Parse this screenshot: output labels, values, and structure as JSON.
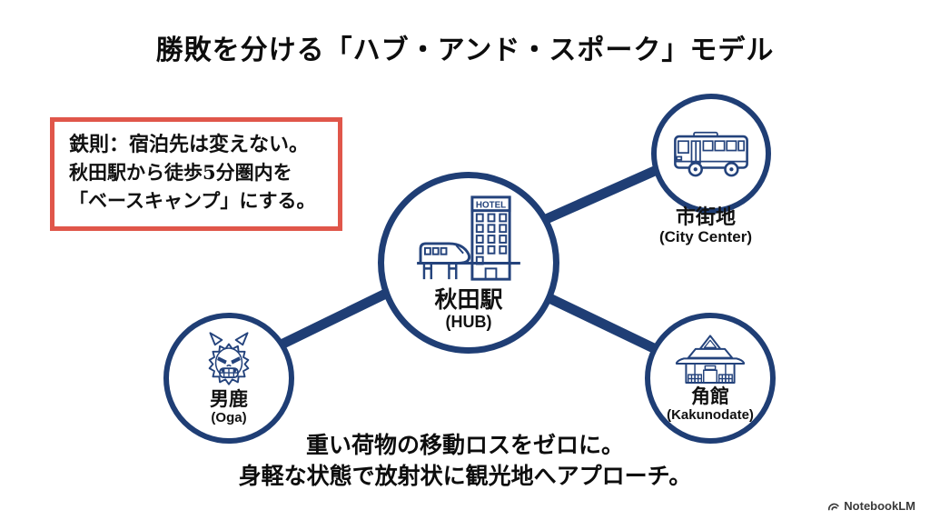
{
  "title": "勝敗を分ける「ハブ・アンド・スポーク」モデル",
  "colors": {
    "navy": "#1f3e75",
    "icon_navy": "#24437c",
    "rule_box_red": "#e0564a",
    "text_black": "#0d0d0d",
    "watermark_gray": "#3a3a3a"
  },
  "rule_box": {
    "heading": "鉄則：宿泊先は変えない。",
    "line1": "秋田駅から徒歩5分圏内を",
    "line2": "「ベースキャンプ」にする。"
  },
  "hub": {
    "label": "秋田駅",
    "sublabel": "(HUB)",
    "icon": "hotel-train-icon",
    "icon_text": "HOTEL"
  },
  "spokes": [
    {
      "id": "city-center",
      "label": "市街地",
      "sublabel": "(City Center)",
      "icon": "bus-icon"
    },
    {
      "id": "oga",
      "label": "男鹿",
      "sublabel": "(Oga)",
      "icon": "namahage-mask-icon"
    },
    {
      "id": "kakunodate",
      "label": "角館",
      "sublabel": "(Kakunodate)",
      "icon": "samurai-house-icon"
    }
  ],
  "footer": {
    "line1": "重い荷物の移動ロスをゼロに。",
    "line2": "身軽な状態で放射状に観光地へアプローチ。"
  },
  "watermark": "NotebookLM"
}
